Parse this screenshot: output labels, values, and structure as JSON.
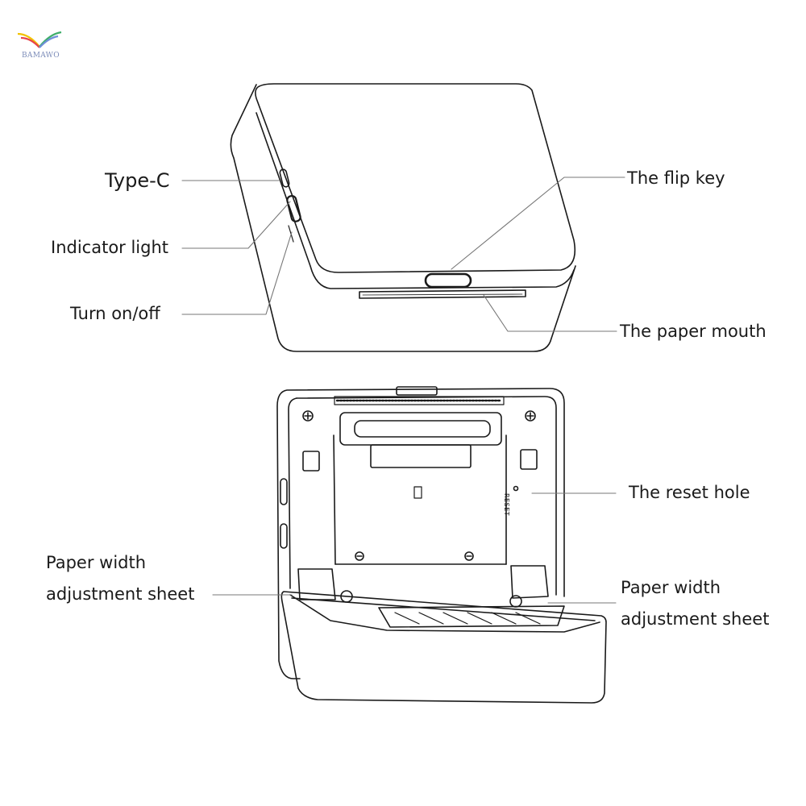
{
  "brand": {
    "watermark": "BAMAWO",
    "colors": {
      "yellow": "#f2c200",
      "red": "#e8434a",
      "green": "#3fae6b",
      "blue": "#6f8fd8"
    }
  },
  "labels": {
    "type_c": "Type-C",
    "indicator_light": "Indicator light",
    "turn_on_off": "Turn on/off",
    "flip_key": "The flip key",
    "paper_mouth": "The paper mouth",
    "reset_hole": "The reset hole",
    "paper_width_left": "Paper width\nadjustment sheet",
    "paper_width_right": "Paper width\nadjustment sheet"
  },
  "device_markings": {
    "reset": "RESET"
  },
  "colors": {
    "line": "#1a1a1a",
    "leader": "#777777"
  }
}
